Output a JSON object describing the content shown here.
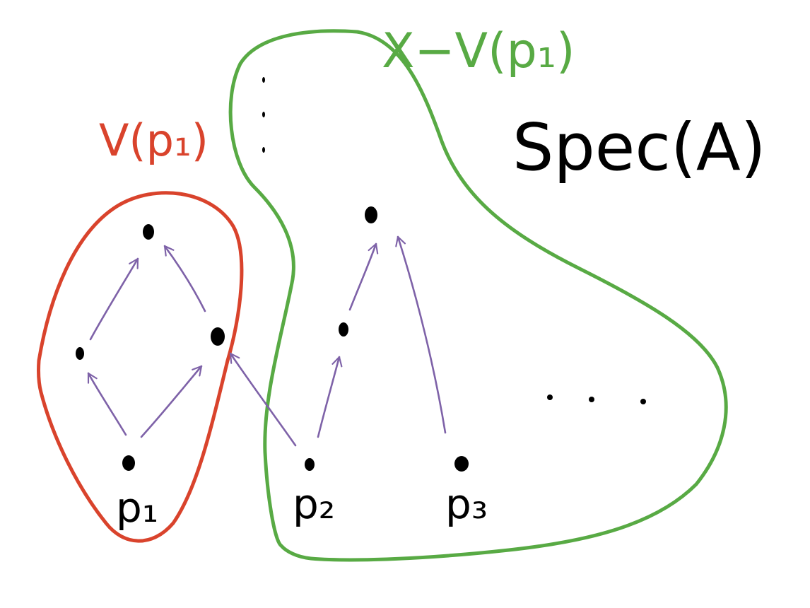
{
  "labels": {
    "space": "Spec(A)",
    "red_region": "V(p₁)",
    "green_region": "X−V(p₁)",
    "p1": "p₁",
    "p2": "p₂",
    "p3": "p₃"
  },
  "colors": {
    "red_region": "#d9432c",
    "green_region": "#58aa44",
    "arrows": "#7e62a8",
    "ink": "#000000",
    "background": "#ffffff"
  }
}
